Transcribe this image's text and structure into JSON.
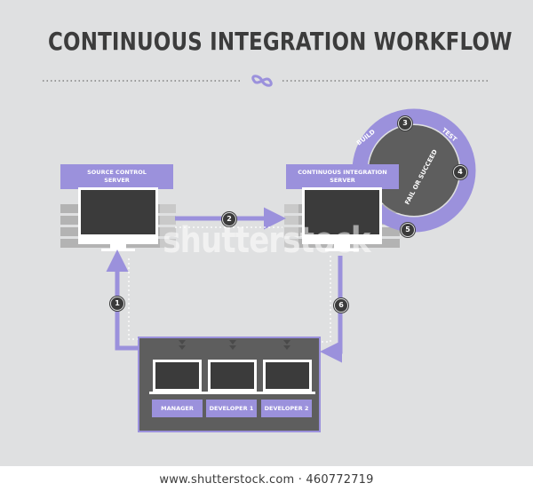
{
  "title": "CONTINUOUS INTEGRATION WORKFLOW",
  "divider_icon": "infinity-icon",
  "source_server": {
    "label": "SOURCE CONTROL SERVER"
  },
  "ci_server": {
    "label": "CONTINUOUS INTEGRATION SERVER"
  },
  "cycle": {
    "build": "BUILD",
    "test": "TEST",
    "fail_or_succeed": "FAIL OR SUCCEED"
  },
  "steps": [
    "1",
    "2",
    "3",
    "4",
    "5",
    "6"
  ],
  "workstations": [
    "MANAGER",
    "DEVELOPER 1",
    "DEVELOPER 2"
  ],
  "watermark": "shutterstock",
  "footer": "www.shutterstock.com · 460772719",
  "colors": {
    "background": "#dfe0e1",
    "accent": "#9b91dc",
    "dark": "#3b3b3b",
    "mid": "#5e5e5e"
  }
}
